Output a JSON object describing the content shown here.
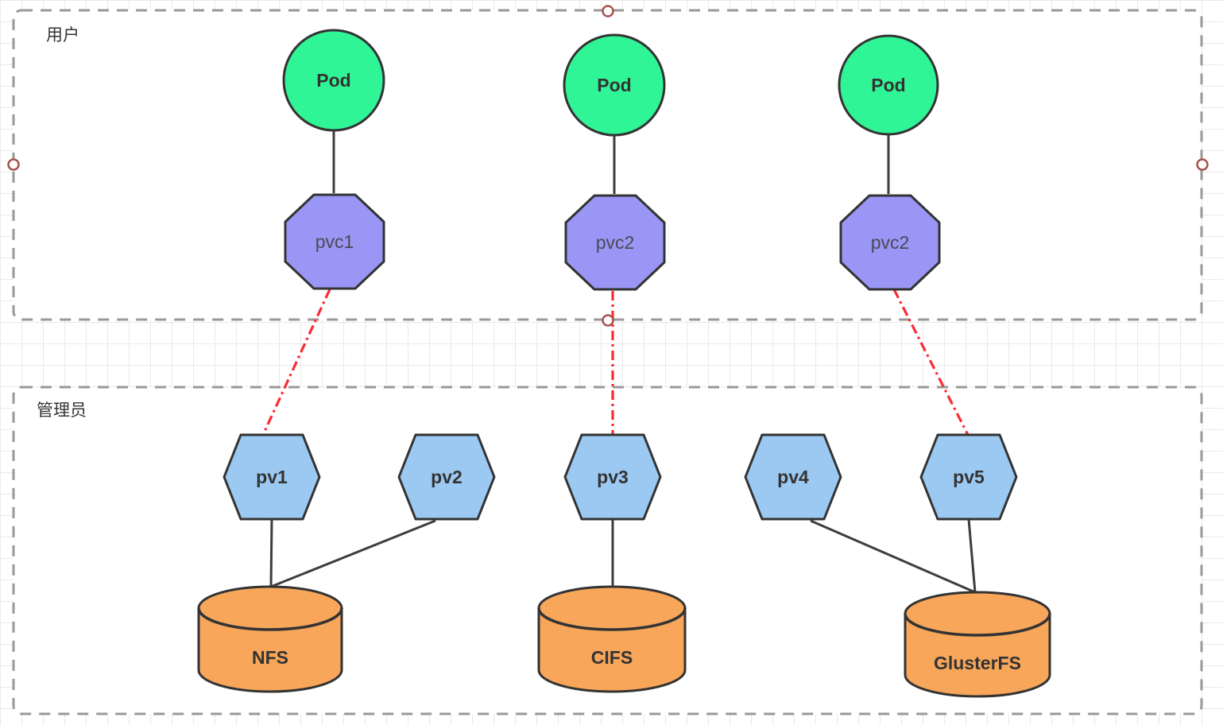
{
  "colors": {
    "pod_fill": "#30f596",
    "pvc_fill": "#9a96f5",
    "pv_fill": "#9bc9f2",
    "storage_fill": "#f7a65a",
    "shape_stroke": "#333333",
    "connector": "#3d3d3d",
    "claim_link": "#fa2b33",
    "container_border": "#999999",
    "container_fill": "#ffffff",
    "handle_stroke": "#a5544e",
    "grid_line": "#e9e9e9"
  },
  "containers": {
    "user": {
      "label": "用户"
    },
    "admin": {
      "label": "管理员"
    }
  },
  "nodes": {
    "pods": [
      {
        "label": "Pod"
      },
      {
        "label": "Pod"
      },
      {
        "label": "Pod"
      }
    ],
    "pvcs": [
      {
        "label": "pvc1"
      },
      {
        "label": "pvc2"
      },
      {
        "label": "pvc2"
      }
    ],
    "pvs": [
      {
        "label": "pv1"
      },
      {
        "label": "pv2"
      },
      {
        "label": "pv3"
      },
      {
        "label": "pv4"
      },
      {
        "label": "pv5"
      }
    ],
    "storages": [
      {
        "label": "NFS"
      },
      {
        "label": "CIFS"
      },
      {
        "label": "GlusterFS"
      }
    ]
  }
}
